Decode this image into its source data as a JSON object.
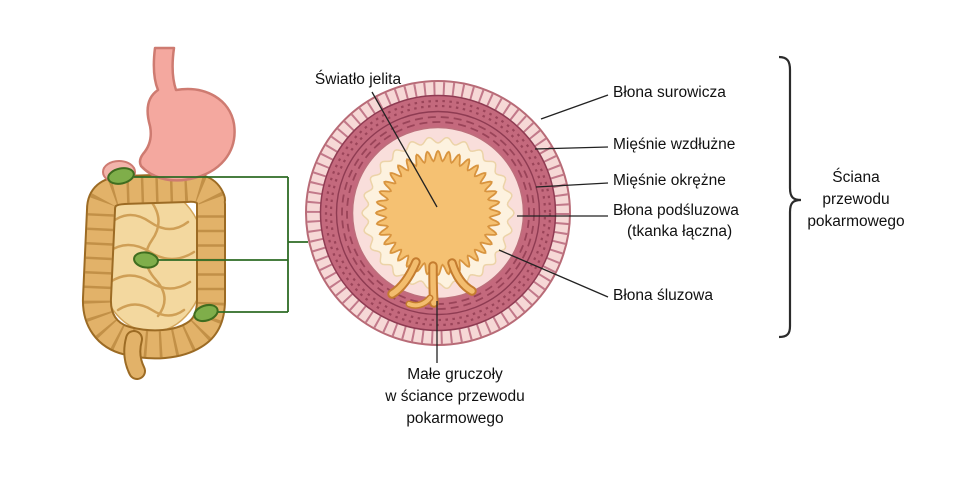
{
  "labels": {
    "lumen": "Światło jelita",
    "serosa": "Błona surowicza",
    "muscle_long": "Mięśnie wzdłużne",
    "muscle_circ": "Mięśnie okrężne",
    "submucosa_1": "Błona podśluzowa",
    "submucosa_2": "(tkanka łączna)",
    "mucosa": "Błona śluzowa",
    "glands_1": "Małe gruczoły",
    "glands_2": "w ściance przewodu",
    "glands_3": "pokarmowego",
    "wall_1": "Ściana",
    "wall_2": "przewodu",
    "wall_3": "pokarmowego"
  },
  "colors": {
    "serosa_ring": "#f6d8d6",
    "serosa_ticks": "#c2798a",
    "muscle": "#c4697d",
    "muscle_texture": "#9a4459",
    "submucosa": "#f9dedb",
    "mucosa_cream": "#fdf2df",
    "lumen_orange": "#f5c172",
    "lumen_stroke": "#d8943f",
    "gland_orange": "#f3bd6e",
    "highlight_green": "#7fae4a",
    "connector_green": "#2e6b25",
    "stomach_pink": "#f4a89f",
    "intestine_tan": "#e2b269",
    "leader_line": "#222222"
  }
}
